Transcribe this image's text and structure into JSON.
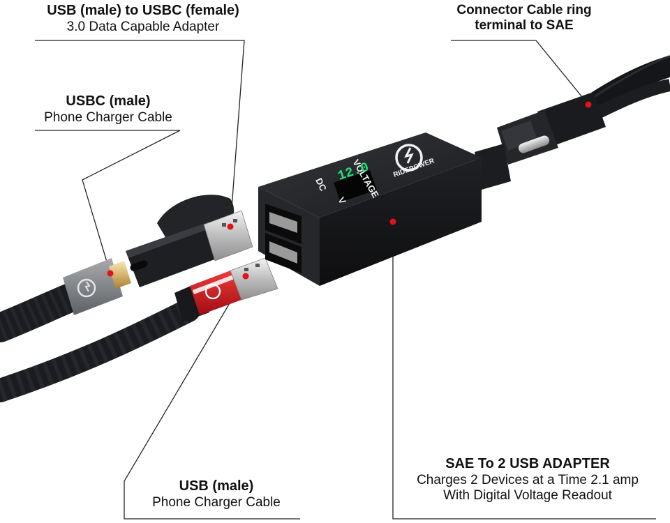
{
  "labels": {
    "usb_adapter": {
      "title": "USB (male) to USBC (female)",
      "subtitle": "3.0 Data Capable Adapter"
    },
    "usbc_cable": {
      "title": "USBC (male)",
      "subtitle": "Phone Charger Cable"
    },
    "connector": {
      "title": "Connector Cable ring",
      "subtitle": "terminal to SAE"
    },
    "sae_adapter": {
      "title": "SAE To 2 USB ADAPTER",
      "subtitle": "Charges 2 Devices at a Time 2.1 amp",
      "subtitle2": "With Digital Voltage Readout"
    },
    "usb_cable": {
      "title": "USB (male)",
      "subtitle": "Phone Charger Cable"
    }
  },
  "device": {
    "voltage_title": "VOLTAGE",
    "unit_dc": "DC",
    "unit_v": "V",
    "readout": "12.0",
    "brand": "RIDEPOWER"
  },
  "colors": {
    "marker": "#e0121b",
    "accent_red": "#c8121a",
    "display_green": "#22e07a",
    "device_body": "#1d1e21"
  }
}
